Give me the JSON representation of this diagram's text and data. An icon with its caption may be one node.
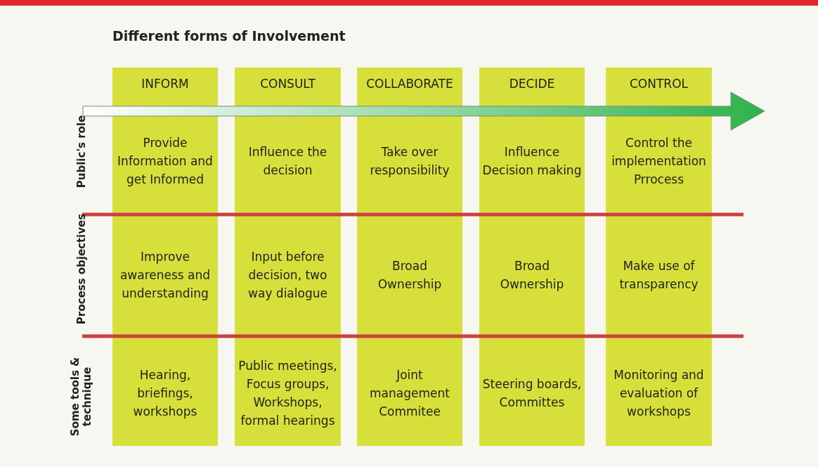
{
  "diagram": {
    "title": "Different forms of Involvement",
    "nodes": [
      {
        "text": [
          "INFORM",
          "Provide Information and get Informed",
          "Improve awareness and understanding",
          "Hearing, briefings, workshops"
        ]
      },
      {
        "text": [
          "CONSULT",
          "Influence the decision",
          "Input before decision, two way dialogue",
          "Public meetings, Focus groups, Workshops, formal hearings"
        ]
      },
      {
        "text": [
          "COLLABORATE",
          "Take over responsibility",
          "Broad Ownership",
          "Joint management Commitee"
        ]
      },
      {
        "text": [
          "DECIDE",
          "Influence Decision making",
          "Broad Ownership",
          "Steering boards, Committes"
        ]
      },
      {
        "text": [
          "CONTROL",
          "Control the implementation Prrocess",
          "Make use of transparency",
          "Monitoring and evaluation of workshops"
        ]
      }
    ],
    "edges": [],
    "labels": [
      "Public's role",
      "Process objectives",
      "Some tools & technique"
    ]
  }
}
